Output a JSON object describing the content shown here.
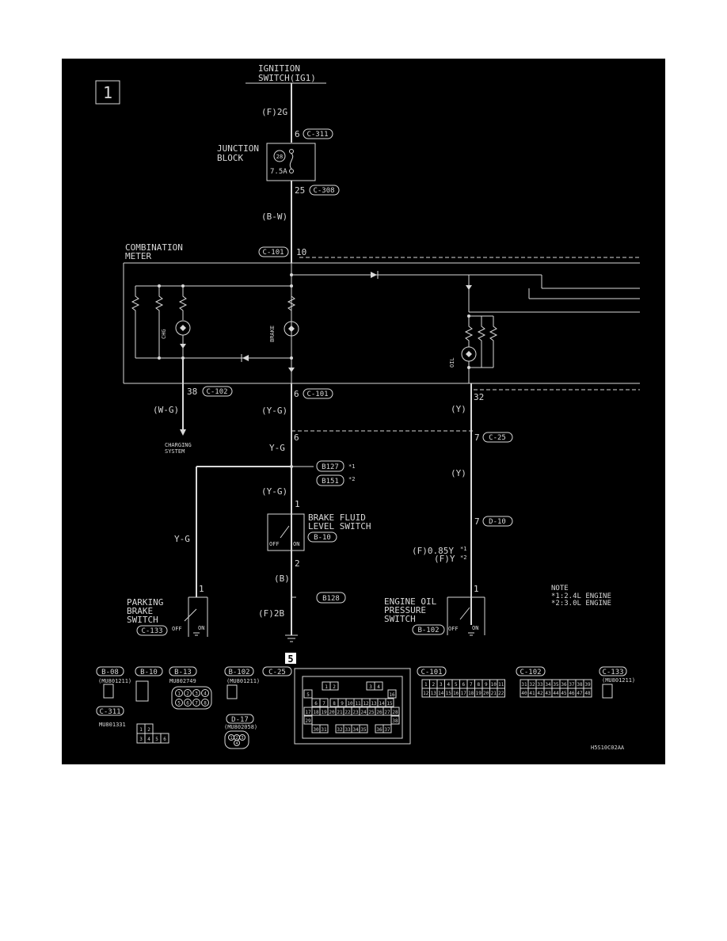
{
  "page_number": "1",
  "ignition": {
    "line1": "IGNITION",
    "line2": "SWITCH(IG1)"
  },
  "wire_f2g": "(F)2G",
  "c311_pin": "6",
  "c311": "C-311",
  "junction": {
    "line1": "JUNCTION",
    "line2": "BLOCK",
    "fuse_no": "28",
    "fuse_rating": "7.5A"
  },
  "c308_pin": "25",
  "c308": "C-308",
  "wire_bw": "(B-W)",
  "combination": {
    "line1": "COMBINATION",
    "line2": "METER"
  },
  "c101_top": "C-101",
  "c101_top_pin": "10",
  "chg_label": "CHG",
  "brake_label": "BRAKE",
  "oil_label": "OIL",
  "c102_pin": "38",
  "c102": "C-102",
  "c101_pin": "6",
  "c101": "C-101",
  "pin32": "32",
  "wire_wg": "(W-G)",
  "wire_yg1": "(Y-G)",
  "wire_y1": "(Y)",
  "charging": {
    "line1": "CHARGING",
    "line2": "SYSTEM"
  },
  "pin6b": "6",
  "yg_label": "Y-G",
  "c25_pin": "7",
  "c25": "C-25",
  "b127": "B127",
  "b127_note": "*1",
  "b151": "B151",
  "b151_note": "*2",
  "wire_yg2": "(Y-G)",
  "wire_y2": "(Y)",
  "yg_left": "Y-G",
  "brake_fluid": {
    "line1": "BRAKE FLUID",
    "line2": "LEVEL SWITCH",
    "connector": "B-10",
    "off": "OFF",
    "on": "ON"
  },
  "pin1a": "1",
  "pin2a": "2",
  "d10_pin": "7",
  "d10": "D-10",
  "f085": "(F)0.85Y",
  "f085_note": "*1",
  "fy": "(F)Y",
  "fy_note": "*2",
  "wire_b": "(B)",
  "b128": "B128",
  "wire_f2b": "(F)2B",
  "parking": {
    "line1": "PARKING",
    "line2": "BRAKE",
    "line3": "SWITCH",
    "connector": "C-133",
    "pin": "1",
    "off": "OFF",
    "on": "ON"
  },
  "engine_oil": {
    "line1": "ENGINE OIL",
    "line2": "PRESSURE",
    "line3": "SWITCH",
    "connector": "B-102",
    "pin": "1",
    "off": "OFF",
    "on": "ON"
  },
  "note": {
    "line1": "NOTE",
    "line2": "*1:2.4L ENGINE",
    "line3": "*2:3.0L ENGINE"
  },
  "mark5": "5",
  "conn": {
    "b08": "B-08",
    "b08_part": "(MU801211)",
    "b10": "B-10",
    "b13": "B-13",
    "b13_part": "MU802749",
    "b102": "B-102",
    "b102_part": "(MU801211)",
    "c25": "C-25",
    "c101": "C-101",
    "c102": "C-102",
    "c133": "C-133",
    "c133_part": "(MU801211)",
    "c311": "C-311",
    "c311_part": "MU801331",
    "d17": "D-17",
    "d17_part": "(MU802058)"
  },
  "c101_pins_row1": [
    "1",
    "2",
    "3",
    "4",
    "5",
    "6",
    "7",
    "8",
    "9",
    "10",
    "11"
  ],
  "c101_pins_row2": [
    "12",
    "13",
    "14",
    "15",
    "16",
    "17",
    "18",
    "19",
    "20",
    "21",
    "22"
  ],
  "c102_pins_row1": [
    "31",
    "32",
    "33",
    "34",
    "35",
    "36",
    "37",
    "38",
    "39"
  ],
  "c102_pins_row2": [
    "40",
    "41",
    "42",
    "43",
    "44",
    "45",
    "46",
    "47",
    "48"
  ],
  "c311_pins_row1": [
    "1",
    "2"
  ],
  "c311_pins_row2": [
    "3",
    "4",
    "5",
    "6"
  ],
  "b13_pins_row1": [
    "1",
    "2",
    "3",
    "4"
  ],
  "b13_pins_row2": [
    "5",
    "6",
    "7",
    "8"
  ],
  "d17_pins": [
    "1",
    "2",
    "3",
    "4"
  ],
  "c25_rows": [
    [
      "1",
      "2",
      "3",
      "4"
    ],
    [
      "5",
      "16"
    ],
    [
      "6",
      "7",
      "8",
      "9",
      "10",
      "11",
      "12",
      "13",
      "14",
      "15"
    ],
    [
      "17",
      "18",
      "19",
      "20",
      "21",
      "22",
      "23",
      "24",
      "25",
      "26",
      "27",
      "28"
    ],
    [
      "29",
      "38"
    ],
    [
      "30",
      "31",
      "32",
      "33",
      "34",
      "35",
      "36",
      "37"
    ]
  ],
  "fig_code": "H5S10C02AA"
}
